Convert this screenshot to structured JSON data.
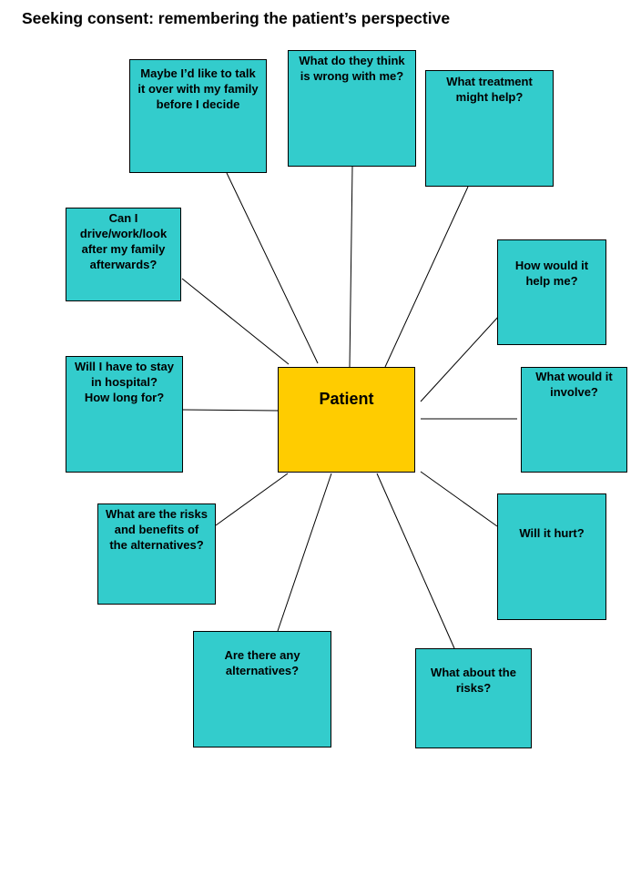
{
  "title": "Seeking consent: remembering the patient’s perspective",
  "center": {
    "label": "Patient",
    "color": "#ffcc00"
  },
  "box_color": "#33cccc",
  "questions": [
    {
      "id": "family",
      "text": "Maybe I’d like to talk\nit over with my family\nbefore I decide"
    },
    {
      "id": "wrong",
      "text": "What do they think\nis wrong with me?"
    },
    {
      "id": "treatment",
      "text": "What treatment\nmight help?"
    },
    {
      "id": "drive",
      "text": "Can I\ndrive/work/look\nafter my family\nafterwards?"
    },
    {
      "id": "helpme",
      "text": "How would it\nhelp me?"
    },
    {
      "id": "hospital",
      "text": "Will I have to stay\nin hospital?\nHow long for?"
    },
    {
      "id": "involve",
      "text": "What would it\ninvolve?"
    },
    {
      "id": "risksalt",
      "text": "What are the risks\nand benefits of\nthe alternatives?"
    },
    {
      "id": "hurt",
      "text": "Will it hurt?"
    },
    {
      "id": "alternatives",
      "text": "Are there any\nalternatives?"
    },
    {
      "id": "risks",
      "text": "What about the\nrisks?"
    }
  ]
}
